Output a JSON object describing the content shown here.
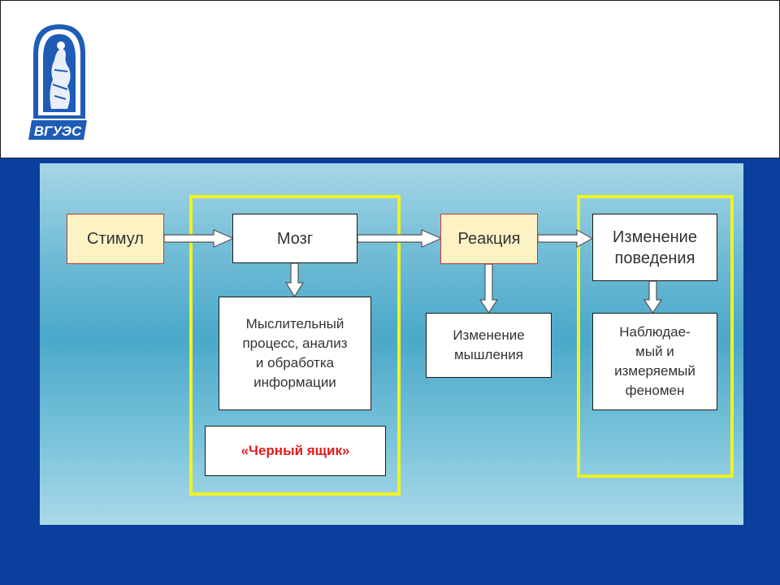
{
  "header": {
    "logo_text": "ВГУЭС",
    "colors": {
      "logo_blue": "#1f5cb8"
    }
  },
  "diagram": {
    "colors": {
      "frame_yellow": "#f2f21e",
      "box_highlight_fill": "#fdf2c4",
      "box_highlight_border": "#cf3535",
      "black_box_text": "#e31c1c",
      "background": "#0b3f9e"
    },
    "nodes": {
      "stimulus": "Стимул",
      "brain": "Мозг",
      "thinking_process": "Мыслительный\nпроцесс, анализ\nи обработка\nинформации",
      "black_box": "«Черный ящик»",
      "reaction": "Реакция",
      "thinking_change": "Изменение\nмышления",
      "behavior_change": "Изменение\nповедения",
      "observable": "Наблюдае-\nмый и\nизмеряемый\nфеномен"
    },
    "edges": [
      {
        "from": "stimulus",
        "to": "brain"
      },
      {
        "from": "brain",
        "to": "reaction"
      },
      {
        "from": "reaction",
        "to": "behavior_change"
      },
      {
        "from": "brain",
        "to": "thinking_process"
      },
      {
        "from": "reaction",
        "to": "thinking_change"
      },
      {
        "from": "behavior_change",
        "to": "observable"
      }
    ]
  }
}
